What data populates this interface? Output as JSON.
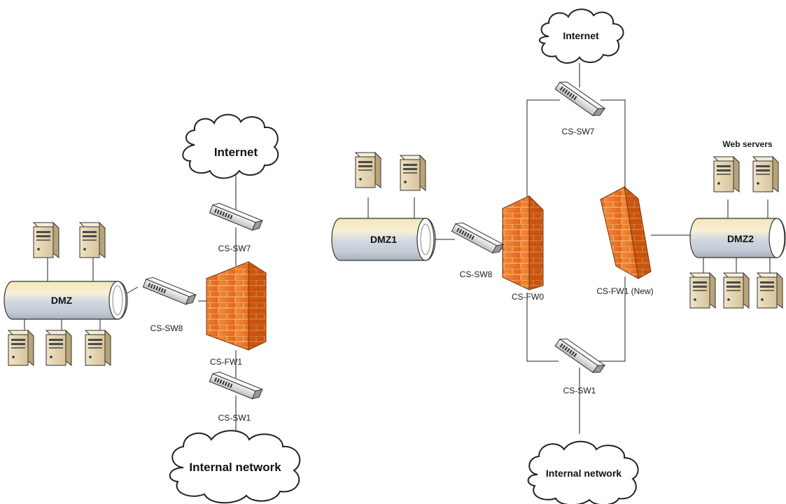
{
  "left": {
    "internet": "Internet",
    "internal_network": "Internal network",
    "dmz": "DMZ",
    "switch_top": "CS-SW7",
    "switch_dmz": "CS-SW8",
    "firewall": "CS-FW1",
    "switch_bottom": "CS-SW1"
  },
  "right": {
    "internet": "Internet",
    "internal_network": "Internal network",
    "dmz1": "DMZ1",
    "dmz2": "DMZ2",
    "web_servers": "Web servers",
    "switch_top": "CS-SW7",
    "switch_dmz": "CS-SW8",
    "firewall_old": "CS-FW0",
    "firewall_new": "CS-FW1 (New)",
    "switch_bottom": "CS-SW1"
  }
}
